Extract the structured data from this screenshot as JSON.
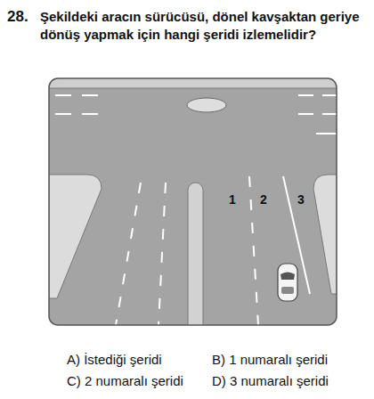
{
  "diagram": {
    "labels": [
      "28.",
      "Şekildeki aracın sürücüsü, dönel kavşaktan geriye dönüş yapmak için hangi şeridi izlemelidir?",
      "1",
      "2",
      "3",
      "A) İstediği şeridi",
      "B) 1 numaralı şeridi",
      "C) 2 numaralı şeridi",
      "D) 3 numaralı şeridi"
    ]
  }
}
